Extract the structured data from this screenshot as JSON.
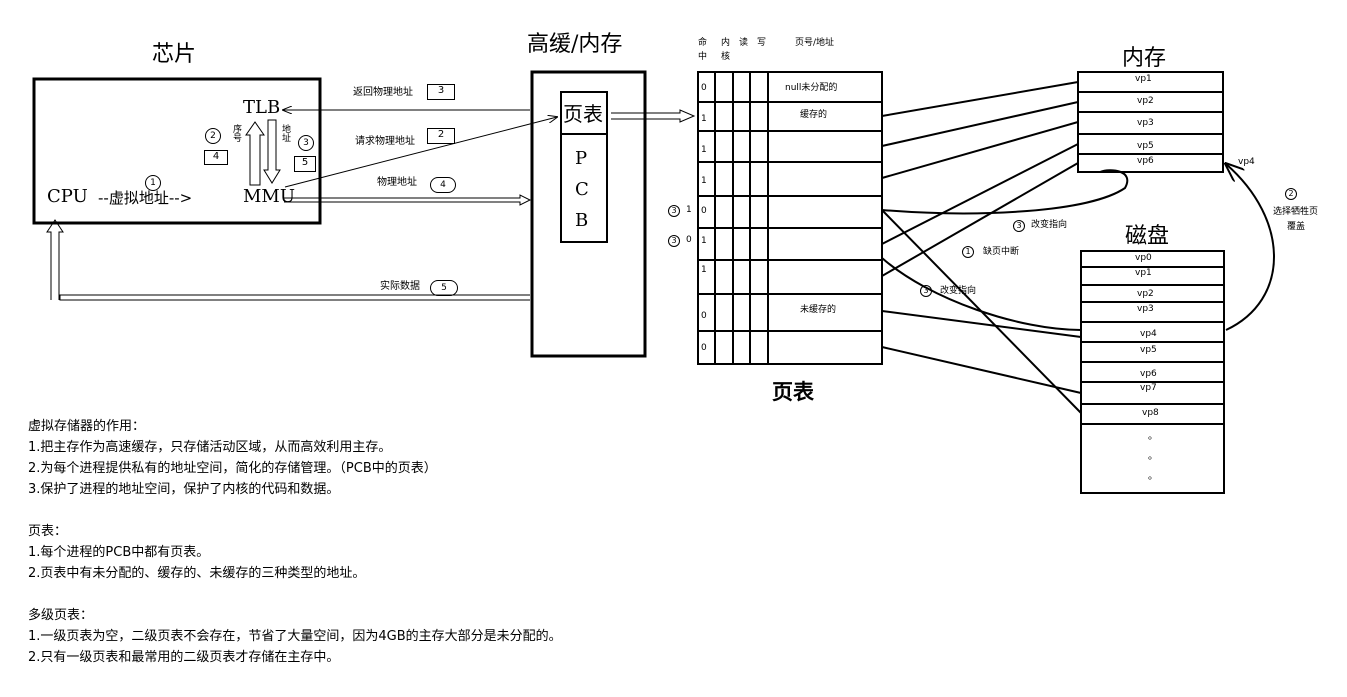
{
  "chip": {
    "title": "芯片",
    "tlb": "TLB",
    "cpu": "CPU",
    "mmu": "MMU",
    "virtual_addr": "--虚拟地址-->",
    "step1": "1",
    "seq_label": "序号",
    "addr_label": "地址",
    "step2": "2",
    "step3": "3",
    "box4": "4",
    "box5": "5"
  },
  "cache": {
    "title": "高缓/内存",
    "page_table": "页表",
    "pcb_p": "P",
    "pcb_c": "C",
    "pcb_b": "B"
  },
  "arrows": {
    "return_phys": "返回物理地址",
    "return_num": "3",
    "request_phys": "请求物理地址",
    "request_num": "2",
    "phys_addr": "物理地址",
    "phys_num": "4",
    "actual_data": "实际数据",
    "data_num": "5"
  },
  "page_table": {
    "title": "页表",
    "col_hit_1": "命",
    "col_hit_2": "中",
    "col_kernel_1": "内",
    "col_kernel_2": "核",
    "col_read": "读",
    "col_write": "写",
    "col_addr": "页号/地址",
    "row_bits": [
      "0",
      "1",
      "1",
      "1",
      "0",
      "1",
      "1",
      "0",
      "0"
    ],
    "row_labels": [
      "null未分配的",
      "缓存的",
      "",
      "",
      "",
      "",
      "",
      "未缓存的",
      ""
    ],
    "side_marks": [
      {
        "circle": "3",
        "value": "1"
      },
      {
        "circle": "3",
        "value": "0"
      }
    ]
  },
  "memory": {
    "title": "内存",
    "cells": [
      "vp1",
      "vp2",
      "vp3",
      "vp5",
      "vp6"
    ],
    "vp4_label": "vp4"
  },
  "disk": {
    "title": "磁盘",
    "cells": [
      "vp0",
      "vp1",
      "vp2",
      "vp3",
      "vp4",
      "vp5",
      "vp6",
      "vp7",
      "vp8"
    ],
    "dots": [
      "。",
      "。",
      "。"
    ]
  },
  "annotations": {
    "change_ptr_1": "改变指向",
    "change_ptr_1_num": "3",
    "page_fault": "缺页中断",
    "page_fault_num": "1",
    "change_ptr_2": "改变指向",
    "change_ptr_2_num": "3",
    "select_victim": "选择牺牲页",
    "overwrite": "覆盖",
    "select_num": "2"
  },
  "notes": {
    "vm_title": "虚拟存储器的作用：",
    "vm_items": [
      "1.把主存作为高速缓存，只存储活动区域，从而高效利用主存。",
      "2.为每个进程提供私有的地址空间，简化的存储管理。（PCB中的页表）",
      "3.保护了进程的地址空间，保护了内核的代码和数据。"
    ],
    "pt_title": "页表：",
    "pt_items": [
      "1.每个进程的PCB中都有页表。",
      "2.页表中有未分配的、缓存的、未缓存的三种类型的地址。"
    ],
    "ml_title": "多级页表：",
    "ml_items": [
      "1.一级页表为空，二级页表不会存在，节省了大量空间，因为4GB的主存大部分是未分配的。",
      "2.只有一级页表和最常用的二级页表才存储在主存中。"
    ]
  }
}
